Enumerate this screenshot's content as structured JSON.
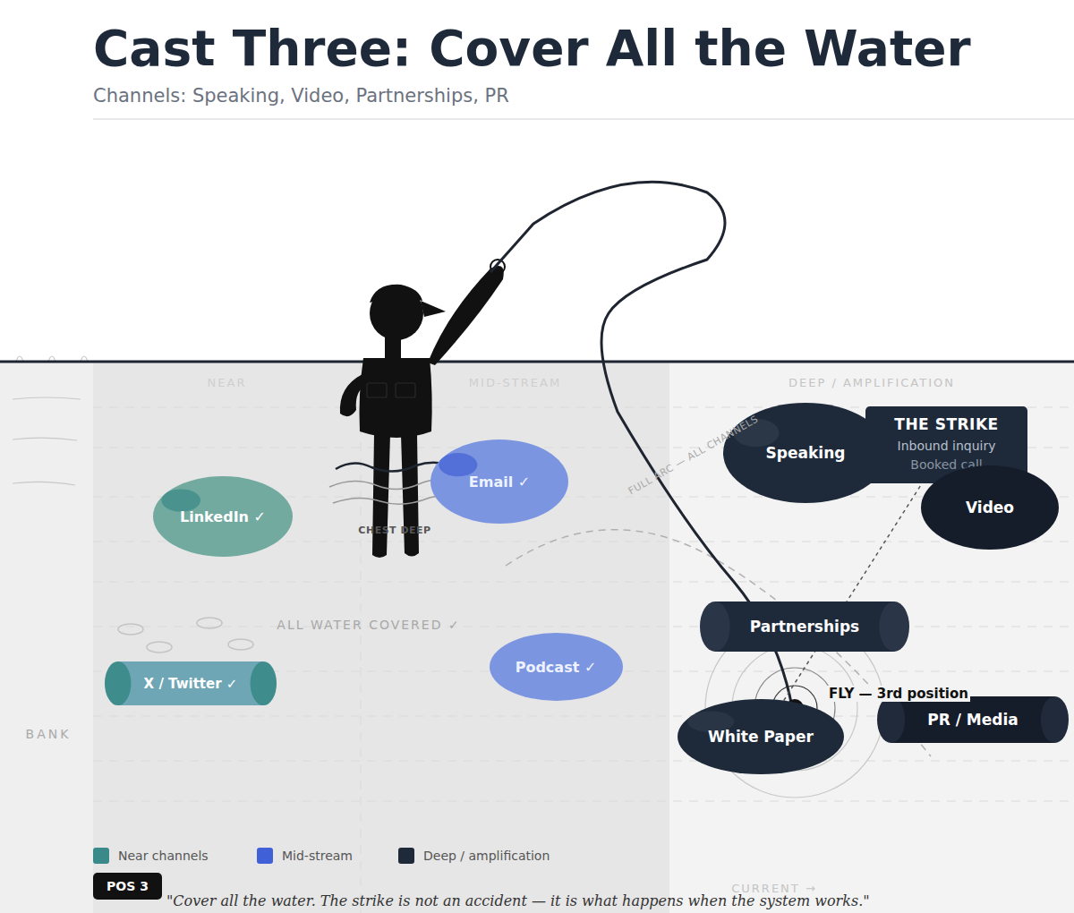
{
  "diagram": {
    "title": "Cast Three: Cover All the Water",
    "caption": "\"Cover all the water. The strike is not an accident — it is what happens when the system works.\"",
    "nodes": [
      {
        "text": [
          "NEAR"
        ]
      },
      {
        "text": [
          "LinkedIn ✓"
        ],
        "in": 0
      },
      {
        "text": [
          "X / Twitter ✓"
        ],
        "in": 0
      },
      {
        "text": [
          "MID-STREAM"
        ]
      },
      {
        "text": [
          "Email ✓"
        ],
        "in": 3
      },
      {
        "text": [
          "Podcast ✓"
        ],
        "in": 3
      },
      {
        "text": [
          "DEEP / AMPLIFICATION"
        ]
      },
      {
        "text": [
          "Speaking"
        ],
        "in": 6
      },
      {
        "text": [
          "THE STRIKE",
          "Inbound inquiry",
          "Booked call"
        ],
        "in": 6
      },
      {
        "text": [
          "Video"
        ],
        "in": 6
      },
      {
        "text": [
          "Partnerships"
        ],
        "in": 6
      },
      {
        "text": [
          "White Paper"
        ],
        "in": 6
      },
      {
        "text": [
          "PR / Media"
        ],
        "in": 6
      },
      {
        "text": [
          "POS 3"
        ]
      }
    ],
    "edges": [
      {
        "from": 11,
        "to": 8,
        "arrow": "none"
      }
    ],
    "labels": [
      "Channels: Speaking, Video, Partnerships, PR",
      "CHEST DEEP",
      "ALL WATER COVERED ✓",
      "FULL ARC — ALL CHANNELS",
      "FLY — 3rd position",
      "BANK",
      "CURRENT →"
    ],
    "legend": [
      {
        "text": "Near channels",
        "color": "#3a8a8a"
      },
      {
        "text": "Mid-stream",
        "color": "#4060d8"
      },
      {
        "text": "Deep / amplification",
        "color": "#1e2a3a"
      }
    ]
  }
}
